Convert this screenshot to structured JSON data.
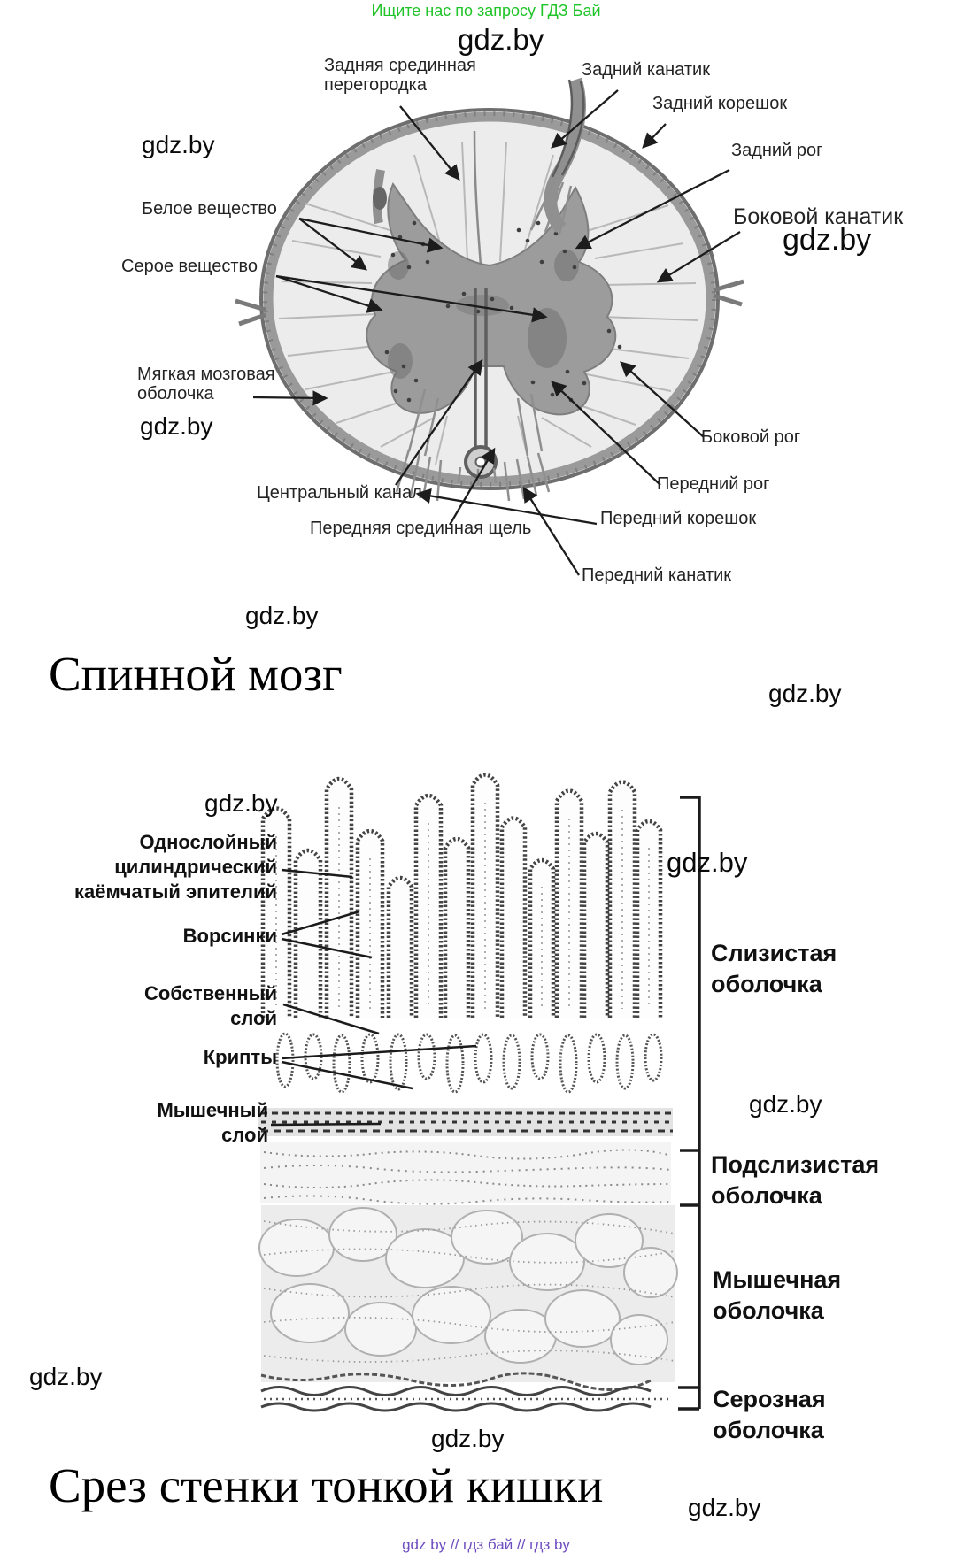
{
  "page": {
    "top_note": "Ищите нас по запросу ГДЗ Бай",
    "watermark": "gdz.by",
    "footer": "gdz by // гдз бай // гдз by",
    "colors": {
      "note_green": "#1fc428",
      "footer_purple": "#6f4ec1",
      "ink": "#1c1c1c"
    }
  },
  "figure1": {
    "title": "Спинной мозг",
    "labels": {
      "posterior_median_septum": "Задняя срединная\nперегородка",
      "posterior_funiculus": "Задний канатик",
      "posterior_root": "Задний корешок",
      "posterior_horn": "Задний рог",
      "lateral_funiculus": "Боковой канатик",
      "white_matter": "Белое вещество",
      "gray_matter": "Серое вещество",
      "pia_mater": "Мягкая мозговая\nоболочка",
      "lateral_horn": "Боковой рог",
      "central_canal": "Центральный канал",
      "anterior_horn": "Передний рог",
      "anterior_root": "Передний корешок",
      "anterior_median_fissure": "Передняя срединная щель",
      "anterior_funiculus": "Передний канатик"
    }
  },
  "figure2": {
    "title": "Срез стенки тонкой кишки",
    "labels_left": {
      "epithelium": "Однослойный\nцилиндрический\nкаёмчатый эпителий",
      "villi": "Ворсинки",
      "lamina_propria": "Собственный\nслой",
      "crypts": "Крипты",
      "muscular_layer": "Мышечный\nслой"
    },
    "labels_right": {
      "mucosa": "Слизистая\nоболочка",
      "submucosa": "Подслизистая\nоболочка",
      "muscularis": "Мышечная\nоболочка",
      "serosa": "Серозная\nоболочка"
    }
  }
}
